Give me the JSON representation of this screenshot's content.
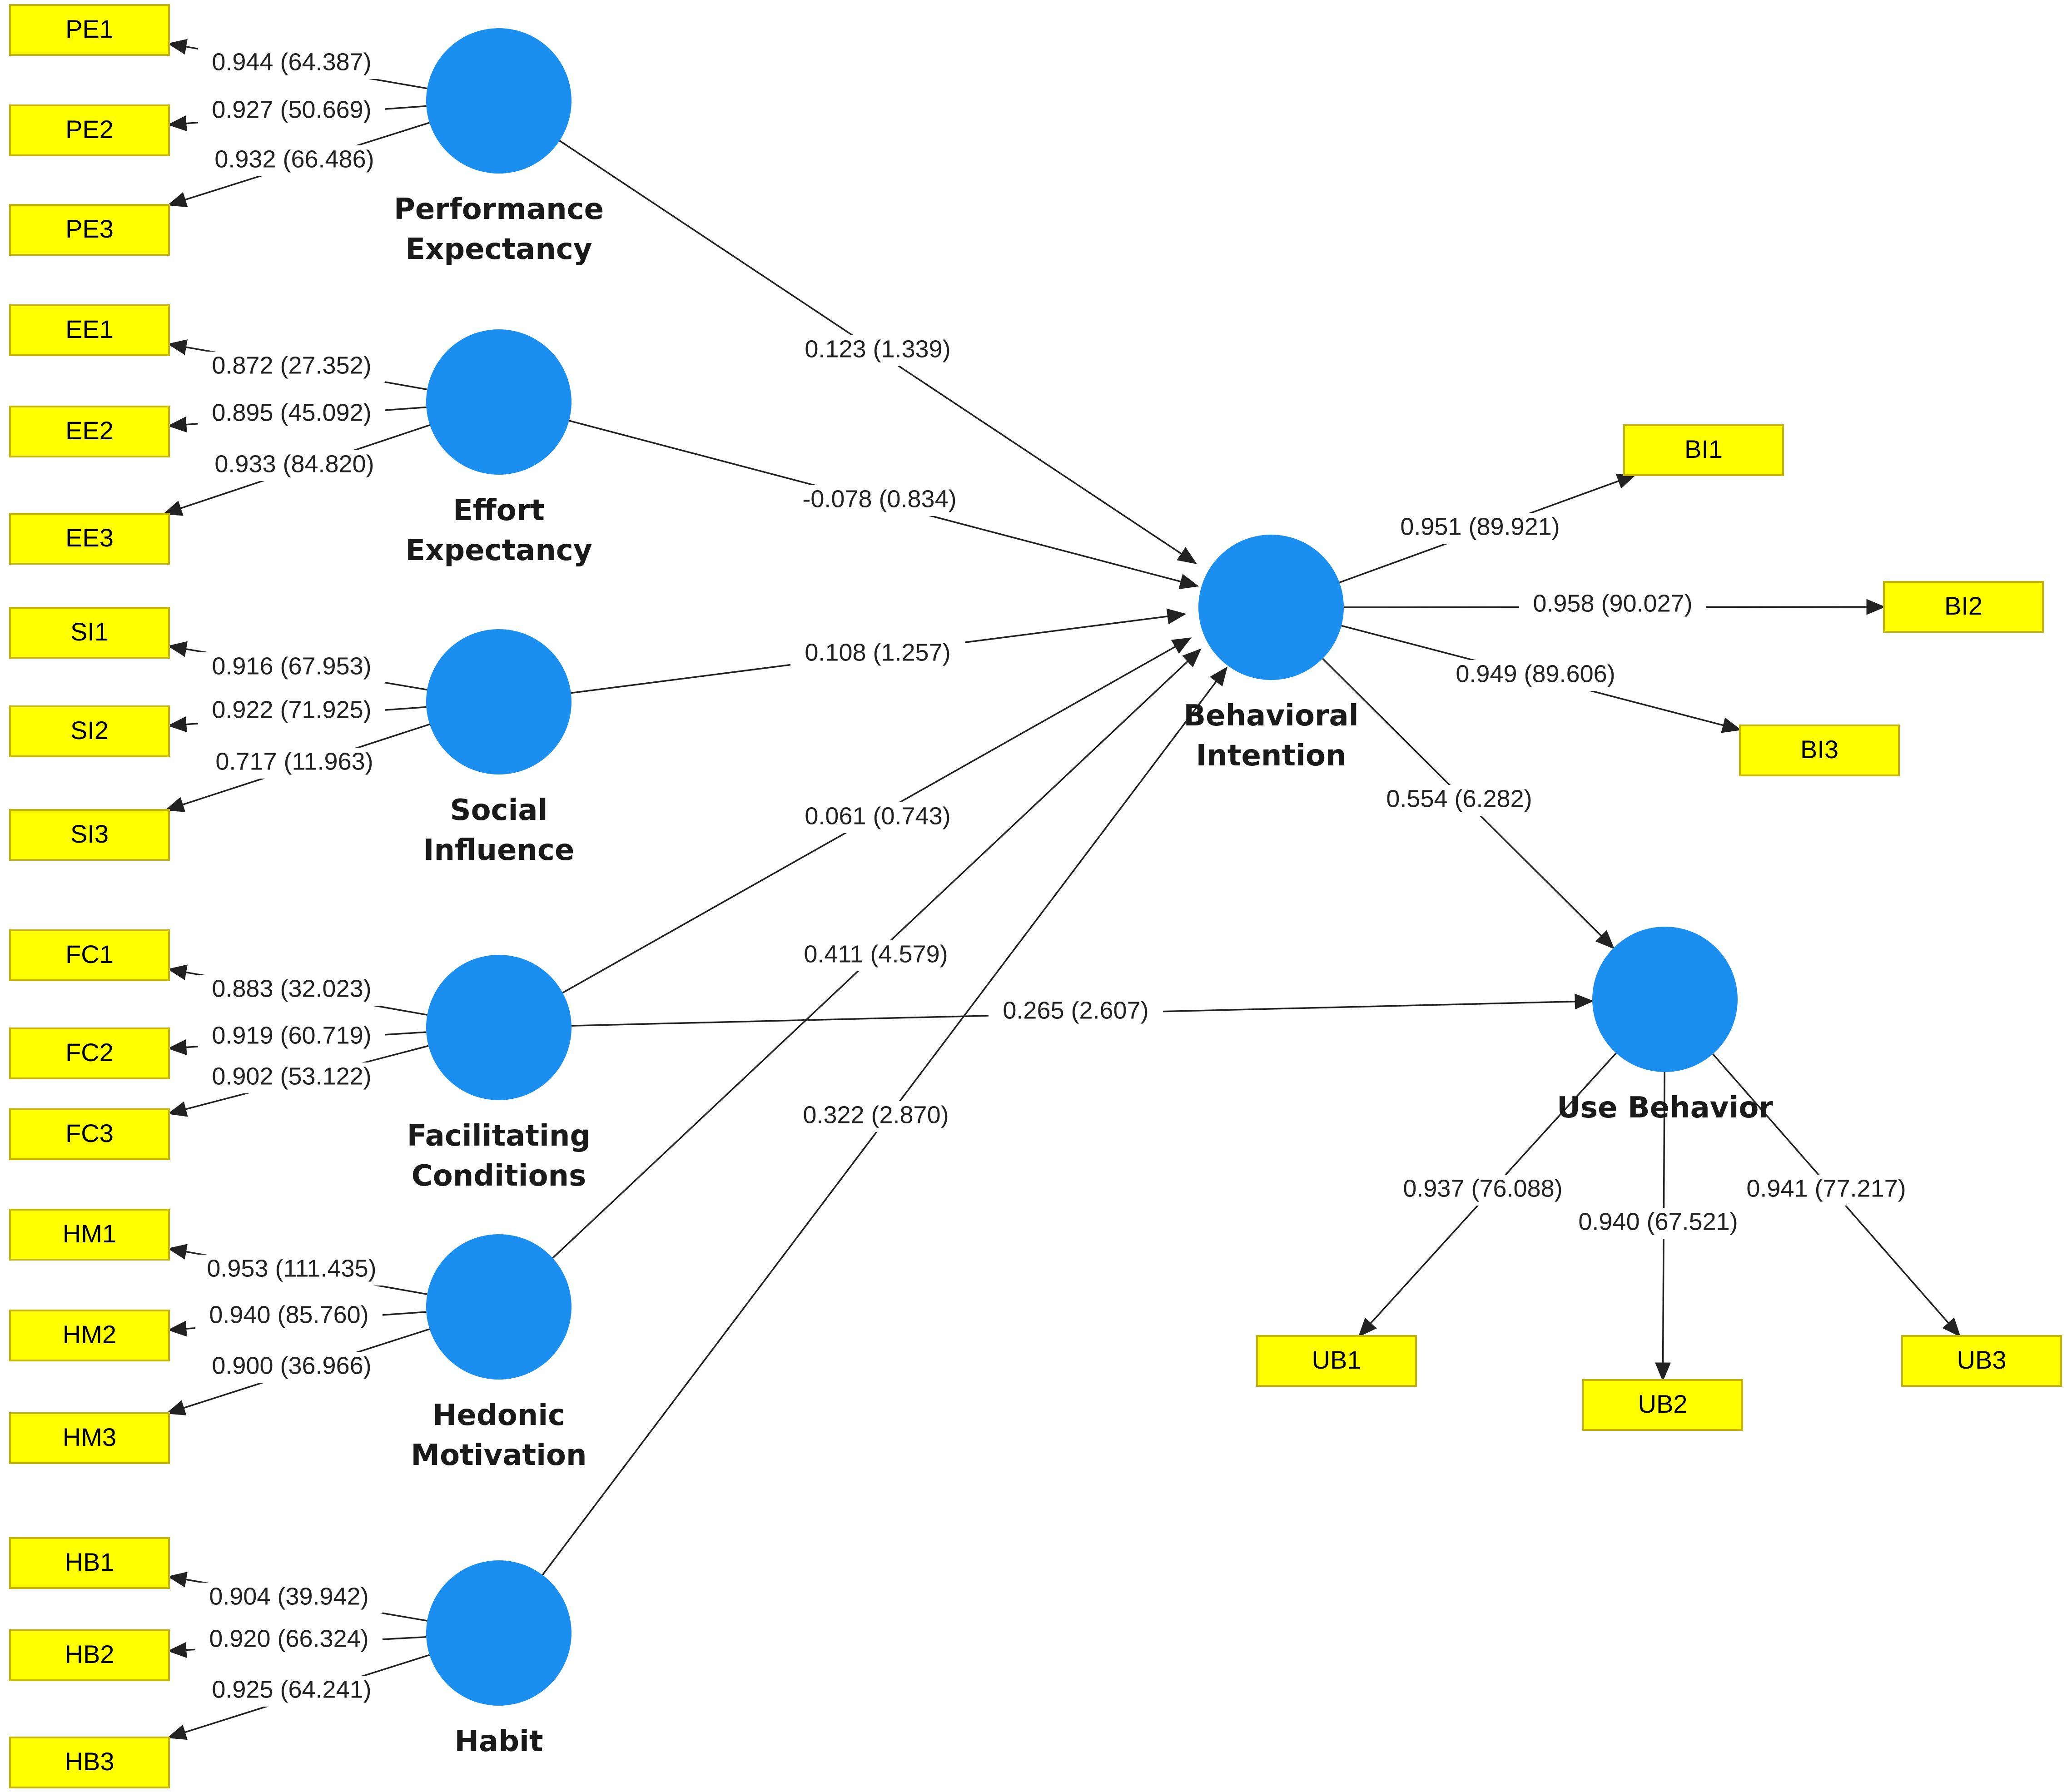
{
  "colors": {
    "latent": "#1b8ff0",
    "indicator_fill": "#ffff00",
    "indicator_border": "#c8b400",
    "edge": "#222222",
    "background": "#ffffff"
  },
  "latents": [
    {
      "id": "PE",
      "lines": [
        "Performance",
        "Expectancy"
      ]
    },
    {
      "id": "EE",
      "lines": [
        "Effort",
        "Expectancy"
      ]
    },
    {
      "id": "SI",
      "lines": [
        "Social",
        "Influence"
      ]
    },
    {
      "id": "FC",
      "lines": [
        "Facilitating",
        "Conditions"
      ]
    },
    {
      "id": "HM",
      "lines": [
        "Hedonic",
        "Motivation"
      ]
    },
    {
      "id": "HB",
      "lines": [
        "Habit"
      ]
    },
    {
      "id": "BI",
      "lines": [
        "Behavioral",
        "Intention"
      ]
    },
    {
      "id": "UB",
      "lines": [
        "Use Behavior"
      ]
    }
  ],
  "indicators": [
    "PE1",
    "PE2",
    "PE3",
    "EE1",
    "EE2",
    "EE3",
    "SI1",
    "SI2",
    "SI3",
    "FC1",
    "FC2",
    "FC3",
    "HM1",
    "HM2",
    "HM3",
    "HB1",
    "HB2",
    "HB3",
    "BI1",
    "BI2",
    "BI3",
    "UB1",
    "UB2",
    "UB3"
  ],
  "loadings": [
    {
      "from": "PE",
      "to": "PE1",
      "label": "0.944 (64.387)"
    },
    {
      "from": "PE",
      "to": "PE2",
      "label": "0.927 (50.669)"
    },
    {
      "from": "PE",
      "to": "PE3",
      "label": "0.932 (66.486)"
    },
    {
      "from": "EE",
      "to": "EE1",
      "label": "0.872 (27.352)"
    },
    {
      "from": "EE",
      "to": "EE2",
      "label": "0.895 (45.092)"
    },
    {
      "from": "EE",
      "to": "EE3",
      "label": "0.933 (84.820)"
    },
    {
      "from": "SI",
      "to": "SI1",
      "label": "0.916 (67.953)"
    },
    {
      "from": "SI",
      "to": "SI2",
      "label": "0.922 (71.925)"
    },
    {
      "from": "SI",
      "to": "SI3",
      "label": "0.717 (11.963)"
    },
    {
      "from": "FC",
      "to": "FC1",
      "label": "0.883 (32.023)"
    },
    {
      "from": "FC",
      "to": "FC2",
      "label": "0.919 (60.719)"
    },
    {
      "from": "FC",
      "to": "FC3",
      "label": "0.902 (53.122)"
    },
    {
      "from": "HM",
      "to": "HM1",
      "label": "0.953 (111.435)"
    },
    {
      "from": "HM",
      "to": "HM2",
      "label": "0.940 (85.760)"
    },
    {
      "from": "HM",
      "to": "HM3",
      "label": "0.900 (36.966)"
    },
    {
      "from": "HB",
      "to": "HB1",
      "label": "0.904 (39.942)"
    },
    {
      "from": "HB",
      "to": "HB2",
      "label": "0.920 (66.324)"
    },
    {
      "from": "HB",
      "to": "HB3",
      "label": "0.925 (64.241)"
    },
    {
      "from": "BI",
      "to": "BI1",
      "label": "0.951 (89.921)"
    },
    {
      "from": "BI",
      "to": "BI2",
      "label": "0.958 (90.027)"
    },
    {
      "from": "BI",
      "to": "BI3",
      "label": "0.949 (89.606)"
    },
    {
      "from": "UB",
      "to": "UB1",
      "label": "0.937 (76.088)"
    },
    {
      "from": "UB",
      "to": "UB2",
      "label": "0.940 (67.521)"
    },
    {
      "from": "UB",
      "to": "UB3",
      "label": "0.941 (77.217)"
    }
  ],
  "paths": [
    {
      "from": "PE",
      "to": "BI",
      "label": "0.123 (1.339)"
    },
    {
      "from": "EE",
      "to": "BI",
      "label": "-0.078 (0.834)"
    },
    {
      "from": "SI",
      "to": "BI",
      "label": "0.108 (1.257)"
    },
    {
      "from": "FC",
      "to": "BI",
      "label": "0.061 (0.743)"
    },
    {
      "from": "HM",
      "to": "BI",
      "label": "0.411 (4.579)"
    },
    {
      "from": "HB",
      "to": "BI",
      "label": "0.322 (2.870)"
    },
    {
      "from": "BI",
      "to": "UB",
      "label": "0.554 (6.282)"
    },
    {
      "from": "FC",
      "to": "UB",
      "label": "0.265 (2.607)"
    }
  ]
}
